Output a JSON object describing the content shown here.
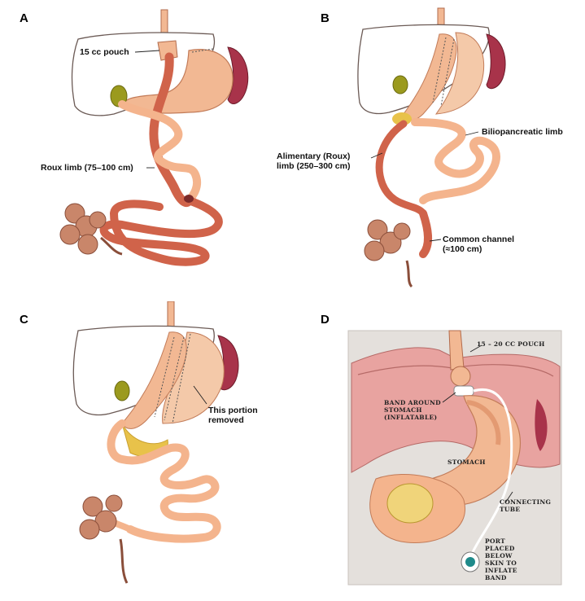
{
  "panels": {
    "a": {
      "label": "A",
      "annotations": {
        "pouch": "15 cc pouch",
        "roux_limb": "Roux limb (75–100 cm)"
      }
    },
    "b": {
      "label": "B",
      "annotations": {
        "biliopancreatic": "Biliopancreatic limb",
        "alimentary": "Alimentary (Roux)\nlimb (250–300 cm)",
        "common_channel": "Common channel\n(≈100 cm)"
      }
    },
    "c": {
      "label": "C",
      "annotations": {
        "removed": "This portion\nremoved"
      }
    },
    "d": {
      "label": "D",
      "annotations": {
        "pouch": "15 – 20 cc Pouch",
        "band": "Band Around\nStomach\n(inflatable)",
        "stomach": "Stomach",
        "tube": "Connecting\nTube",
        "port": "Port\nPlaced\nBelow\nskin to\ninflate\nBand"
      }
    }
  },
  "colors": {
    "liver_outline": "#6b5a55",
    "stomach": "#f2b893",
    "stomach_shade": "#e39a72",
    "intestine_pale": "#f4b48d",
    "intestine_red": "#d0634a",
    "spleen": "#a8334a",
    "gallbladder": "#9b9a1e",
    "pancreas": "#c9866a",
    "bile_yellow": "#e8c24a",
    "panel_d_bg": "#e4e0dc"
  }
}
